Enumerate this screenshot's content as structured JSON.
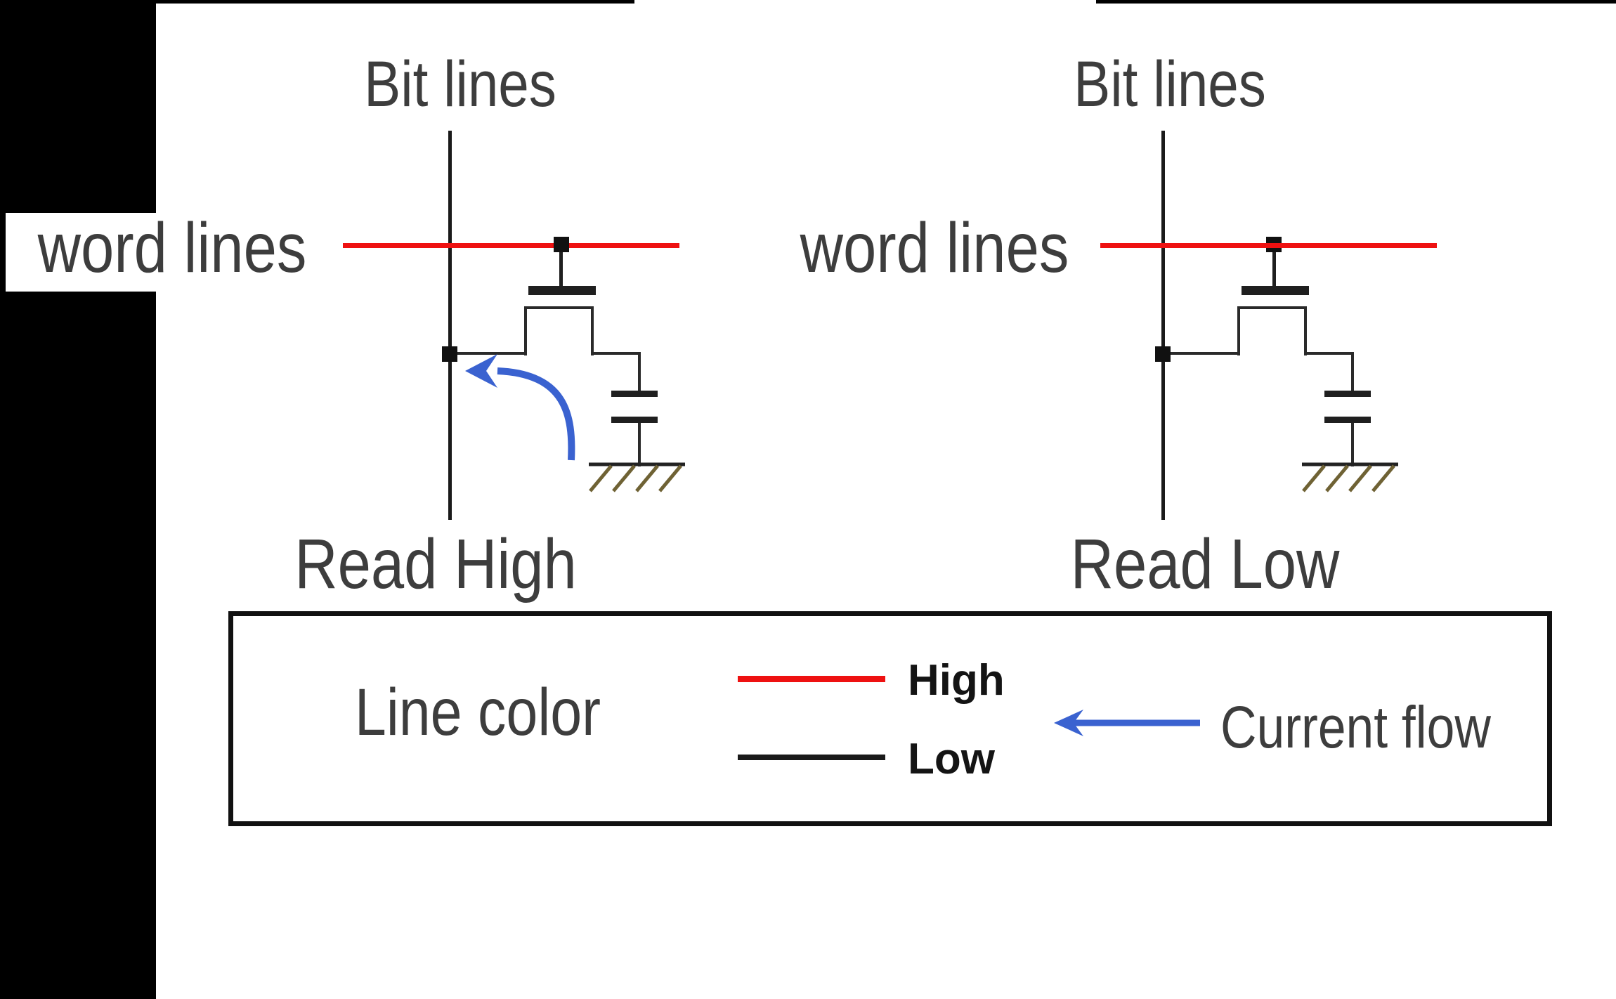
{
  "slide": {
    "left_cell": {
      "bit_lines_label": "Bit lines",
      "word_lines_label": "word lines",
      "caption": "Read High"
    },
    "right_cell": {
      "bit_lines_label": "Bit lines",
      "word_lines_label": "word lines",
      "caption": "Read Low"
    },
    "legend": {
      "title": "Line color",
      "high_label": "High",
      "low_label": "Low",
      "current_label": "Current flow"
    }
  },
  "colors": {
    "high_red": "#ee1111",
    "low_black": "#1a1a1a",
    "current_blue": "#3a62d0",
    "text_gray": "#3d3d3d",
    "hatch_olive": "#6f6234"
  }
}
